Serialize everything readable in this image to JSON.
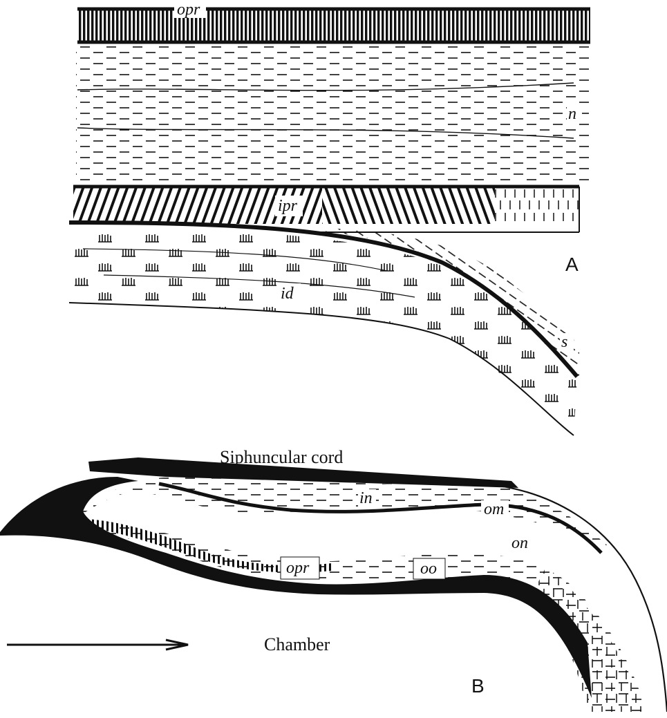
{
  "panel_a": {
    "panel_letter": "A",
    "labels": {
      "opr": "opr",
      "n": "n",
      "ipr": "ipr",
      "id": "id",
      "s": "s"
    }
  },
  "panel_b": {
    "panel_letter": "B",
    "siphuncular_cord_label": "Siphuncular cord",
    "chamber_label": "Chamber",
    "labels": {
      "in": "in",
      "om": "om",
      "on": "on",
      "opr": "opr",
      "oo": "oo"
    }
  },
  "colors": {
    "ink": "#111111",
    "paper": "#ffffff"
  }
}
